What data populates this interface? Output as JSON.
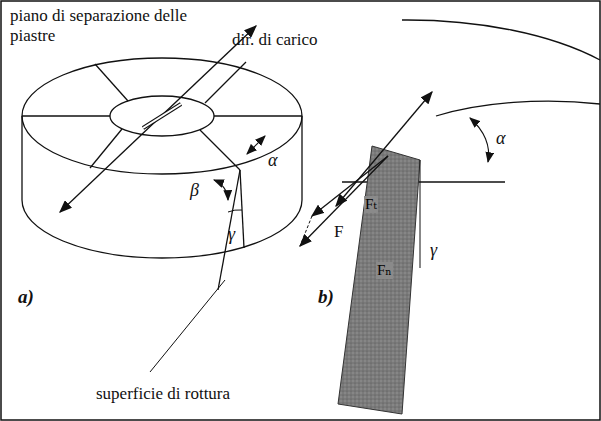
{
  "diagram": {
    "labels": [
      "piano di separazione delle piastre",
      "dir. di carico",
      "α",
      "β",
      "γ",
      "a)",
      "superficie di rottura",
      "α",
      "F",
      "Fₜ",
      "Fₙ",
      "γ",
      "b)"
    ]
  }
}
